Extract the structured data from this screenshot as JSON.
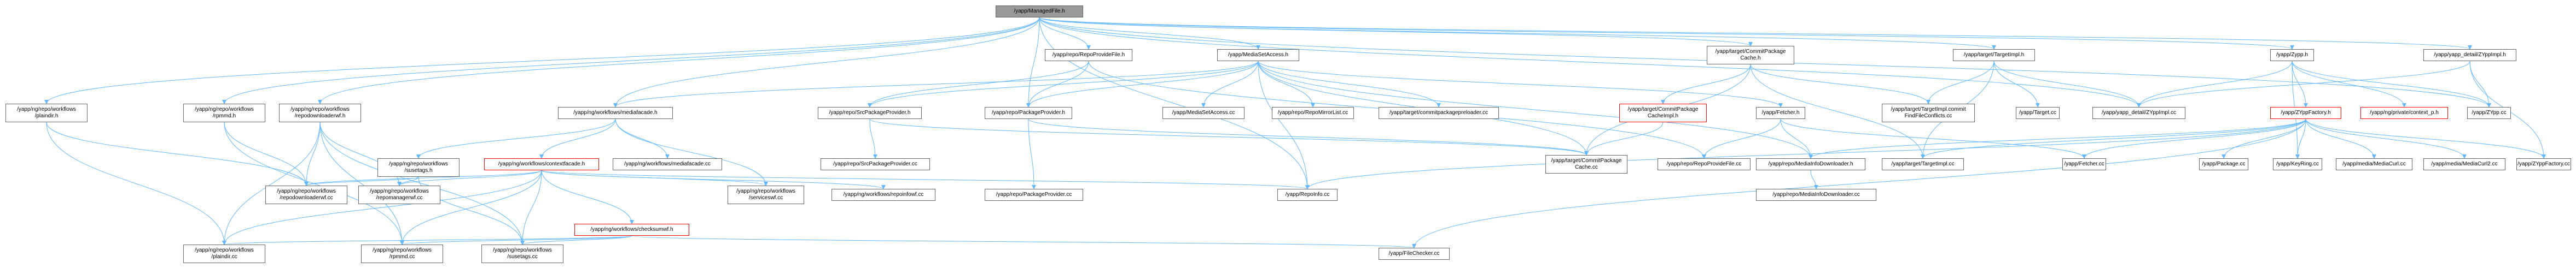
{
  "graph": {
    "edge_color": "#63b8ff",
    "root_fill": "#999999",
    "node_border": "#666666",
    "highlight_border": "#ff0000",
    "nodes": [
      {
        "id": "root",
        "label": "/yapp/ManagedFile.h",
        "style": "root"
      },
      {
        "id": "repoprovide_h",
        "label": "/yapp/repo/RepoProvideFile.h"
      },
      {
        "id": "mediasetaccess_h",
        "label": "/yapp/MediaSetAccess.h"
      },
      {
        "id": "commitpkgcache_h",
        "label": "/yapp/target/CommitPackage\nCache.h"
      },
      {
        "id": "targetimpl_h",
        "label": "/yapp/target/TargetImpl.h"
      },
      {
        "id": "zyppp_h",
        "label": "/yapp/Zypp.h"
      },
      {
        "id": "zyppimpl_h",
        "label": "/yapp/yapp_detail/ZYppImpl.h"
      },
      {
        "id": "plaindir_h",
        "label": "/yapp/ng/repo/workflows\n/plaindir.h"
      },
      {
        "id": "rpmmd_h",
        "label": "/yapp/ng/repo/workflows\n/rpmmd.h"
      },
      {
        "id": "repodownloader_h",
        "label": "/yapp/ng/repo/workflows\n/repodownloaderwf.h"
      },
      {
        "id": "susetags_h",
        "label": "/yapp/ng/repo/workflows\n/susetags.h"
      },
      {
        "id": "mediafacade_h",
        "label": "/yapp/ng/workflows/mediafacade.h"
      },
      {
        "id": "srcpkgprov_h",
        "label": "/yapp/repo/SrcPackageProvider.h"
      },
      {
        "id": "pkgprov_h",
        "label": "/yapp/repo/PackageProvider.h"
      },
      {
        "id": "mediasetaccess_cc",
        "label": "/yapp/MediaSetAccess.cc"
      },
      {
        "id": "repomirrorlist_cc",
        "label": "/yapp/repo/RepoMirrorList.cc"
      },
      {
        "id": "commitpkgpreloader_cc",
        "label": "/yapp/target/commitpackagepreloader.cc"
      },
      {
        "id": "commitpkgcacheimpl_h",
        "label": "/yapp/target/CommitPackage\nCacheImpl.h",
        "style": "red"
      },
      {
        "id": "fetcher_h",
        "label": "/yapp/Fetcher.h"
      },
      {
        "id": "targetimpl_commit_cc",
        "label": "/yapp/target/TargetImpl.commit\nFindFileConflicts.cc"
      },
      {
        "id": "target_cc",
        "label": "/yapp/Target.cc"
      },
      {
        "id": "zyppimpl_cc",
        "label": "/yapp/yapp_detail/ZYppImpl.cc"
      },
      {
        "id": "zypp_cc",
        "label": "/yapp/ZYpp.cc"
      },
      {
        "id": "zyppfactory_h",
        "label": "/yapp/ZYppFactory.h",
        "style": "red"
      },
      {
        "id": "context_p_h",
        "label": "/yapp/ng/private/context_p.h",
        "style": "red"
      },
      {
        "id": "contextfacade_h",
        "label": "/yapp/ng/workflows/contextfacade.h",
        "style": "red"
      },
      {
        "id": "mediafacade_cc",
        "label": "/yapp/ng/workflows/mediafacade.cc"
      },
      {
        "id": "susetags_wf_h",
        "label": "/yapp/ng/repo/workflows\n/susetags.h"
      },
      {
        "id": "srcpkgprov_cc",
        "label": "/yapp/repo/SrcPackageProvider.cc"
      },
      {
        "id": "repodownloader_cc",
        "label": "/yapp/ng/repo/workflows\n/repodownloaderwf.cc"
      },
      {
        "id": "repomanager_cc",
        "label": "/yapp/ng/repo/workflows\n/repomanagerwf.cc"
      },
      {
        "id": "repoprovide_cc",
        "label": "/yapp/repo/RepoProvideFile.cc"
      },
      {
        "id": "mediainfodl_h",
        "label": "/yapp/repo/MediaInfoDownloader.h"
      },
      {
        "id": "targetimpl_cc",
        "label": "/yapp/target/TargetImpl.cc"
      },
      {
        "id": "fetcher_cc",
        "label": "/yapp/Fetcher.cc"
      },
      {
        "id": "package_cc",
        "label": "/yapp/Package.cc"
      },
      {
        "id": "keyring_cc",
        "label": "/yapp/KeyRing.cc"
      },
      {
        "id": "mediacurl_cc",
        "label": "/yapp/media/MediaCurl.cc"
      },
      {
        "id": "mediacurl2_cc",
        "label": "/yapp/media/MediaCurl2.cc"
      },
      {
        "id": "zyppfactory_cc",
        "label": "/yapp/ZYppFactory.cc"
      },
      {
        "id": "commitpkgcache_cc",
        "label": "/yapp/target/CommitPackage\nCache.cc"
      },
      {
        "id": "serviceswf_cc",
        "label": "/yapp/ng/repo/workflows\n/serviceswf.cc"
      },
      {
        "id": "repoinfowf_cc",
        "label": "/yapp/ng/workflows/repoinfowf.cc"
      },
      {
        "id": "pkgprov_cc",
        "label": "/yapp/repo/PackageProvider.cc"
      },
      {
        "id": "repoinfo_cc",
        "label": "/yapp/RepoInfo.cc"
      },
      {
        "id": "mediainfodl_cc",
        "label": "/yapp/repo/MediaInfoDownloader.cc"
      },
      {
        "id": "checksumwf_h",
        "label": "/yapp/ng/workflows/checksumwf.h",
        "style": "red"
      },
      {
        "id": "plaindir_cc",
        "label": "/yapp/ng/repo/workflows\n/plaindir.cc"
      },
      {
        "id": "rpmmd_cc",
        "label": "/yapp/ng/repo/workflows\n/rpmmd.cc"
      },
      {
        "id": "susetags_cc",
        "label": "/yapp/ng/repo/workflows\n/susetags.cc"
      },
      {
        "id": "filechecker_cc",
        "label": "/yapp/FileChecker.cc"
      }
    ],
    "edges": [
      [
        "root",
        "repoprovide_h"
      ],
      [
        "root",
        "mediasetaccess_h"
      ],
      [
        "root",
        "commitpkgcache_h"
      ],
      [
        "root",
        "targetimpl_h"
      ],
      [
        "root",
        "zyppp_h"
      ],
      [
        "root",
        "zyppimpl_h"
      ],
      [
        "root",
        "plaindir_h"
      ],
      [
        "root",
        "rpmmd_h"
      ],
      [
        "root",
        "repodownloader_h"
      ],
      [
        "root",
        "mediafacade_h"
      ],
      [
        "root",
        "pkgprov_h"
      ],
      [
        "root",
        "repoinfo_cc"
      ],
      [
        "root",
        "zypp_cc"
      ],
      [
        "root",
        "zyppimpl_cc"
      ],
      [
        "repoprovide_h",
        "pkgprov_h"
      ],
      [
        "repoprovide_h",
        "srcpkgprov_h"
      ],
      [
        "repoprovide_h",
        "repoprovide_cc"
      ],
      [
        "mediasetaccess_h",
        "mediasetaccess_cc"
      ],
      [
        "mediasetaccess_h",
        "repomirrorlist_cc"
      ],
      [
        "mediasetaccess_h",
        "commitpkgpreloader_cc"
      ],
      [
        "mediasetaccess_h",
        "fetcher_h"
      ],
      [
        "mediasetaccess_h",
        "srcpkgprov_h"
      ],
      [
        "mediasetaccess_h",
        "pkgprov_h"
      ],
      [
        "mediasetaccess_h",
        "mediafacade_h"
      ],
      [
        "mediasetaccess_h",
        "repoinfo_cc"
      ],
      [
        "mediasetaccess_h",
        "mediainfodl_h"
      ],
      [
        "mediasetaccess_h",
        "commitpkgcache_cc"
      ],
      [
        "commitpkgcache_h",
        "commitpkgcacheimpl_h"
      ],
      [
        "commitpkgcache_h",
        "targetimpl_commit_cc"
      ],
      [
        "commitpkgcache_h",
        "targetimpl_cc"
      ],
      [
        "commitpkgcache_h",
        "commitpkgcache_cc"
      ],
      [
        "commitpkgcacheimpl_h",
        "commitpkgcache_cc"
      ],
      [
        "targetimpl_h",
        "target_cc"
      ],
      [
        "targetimpl_h",
        "targetimpl_commit_cc"
      ],
      [
        "targetimpl_h",
        "targetimpl_cc"
      ],
      [
        "targetimpl_h",
        "zyppimpl_cc"
      ],
      [
        "zyppp_h",
        "zyppfactory_h"
      ],
      [
        "zyppp_h",
        "zyppimpl_cc"
      ],
      [
        "zyppp_h",
        "context_p_h"
      ],
      [
        "zyppp_h",
        "zypp_cc"
      ],
      [
        "zyppp_h",
        "keyring_cc"
      ],
      [
        "zyppimpl_h",
        "zyppimpl_cc"
      ],
      [
        "zyppimpl_h",
        "zypp_cc"
      ],
      [
        "zyppimpl_h",
        "zyppfactory_cc"
      ],
      [
        "zyppfactory_h",
        "zyppfactory_cc"
      ],
      [
        "zyppfactory_h",
        "package_cc"
      ],
      [
        "zyppfactory_h",
        "keyring_cc"
      ],
      [
        "zyppfactory_h",
        "mediacurl_cc"
      ],
      [
        "zyppfactory_h",
        "mediacurl2_cc"
      ],
      [
        "zyppfactory_h",
        "fetcher_cc"
      ],
      [
        "zyppfactory_h",
        "targetimpl_cc"
      ],
      [
        "zyppfactory_h",
        "repoinfo_cc"
      ],
      [
        "zyppfactory_h",
        "filechecker_cc"
      ],
      [
        "zyppfactory_h",
        "mediainfodl_h"
      ],
      [
        "fetcher_h",
        "fetcher_cc"
      ],
      [
        "fetcher_h",
        "repoprovide_cc"
      ],
      [
        "fetcher_h",
        "mediainfodl_h"
      ],
      [
        "mediainfodl_h",
        "mediainfodl_cc"
      ],
      [
        "srcpkgprov_h",
        "srcpkgprov_cc"
      ],
      [
        "srcpkgprov_h",
        "commitpkgcache_cc"
      ],
      [
        "pkgprov_h",
        "pkgprov_cc"
      ],
      [
        "pkgprov_h",
        "commitpkgcache_cc"
      ],
      [
        "mediafacade_h",
        "contextfacade_h"
      ],
      [
        "mediafacade_h",
        "mediafacade_cc"
      ],
      [
        "mediafacade_h",
        "susetags_wf_h"
      ],
      [
        "mediafacade_h",
        "serviceswf_cc"
      ],
      [
        "contextfacade_h",
        "repoinfowf_cc"
      ],
      [
        "contextfacade_h",
        "serviceswf_cc"
      ],
      [
        "contextfacade_h",
        "repoinfo_cc"
      ],
      [
        "contextfacade_h",
        "checksumwf_h"
      ],
      [
        "contextfacade_h",
        "repodownloader_cc"
      ],
      [
        "contextfacade_h",
        "repomanager_cc"
      ],
      [
        "contextfacade_h",
        "plaindir_cc"
      ],
      [
        "contextfacade_h",
        "rpmmd_cc"
      ],
      [
        "contextfacade_h",
        "susetags_cc"
      ],
      [
        "checksumwf_h",
        "plaindir_cc"
      ],
      [
        "checksumwf_h",
        "rpmmd_cc"
      ],
      [
        "checksumwf_h",
        "susetags_cc"
      ],
      [
        "checksumwf_h",
        "filechecker_cc"
      ],
      [
        "plaindir_h",
        "repodownloader_cc"
      ],
      [
        "plaindir_h",
        "plaindir_cc"
      ],
      [
        "rpmmd_h",
        "repodownloader_cc"
      ],
      [
        "rpmmd_h",
        "rpmmd_cc"
      ],
      [
        "repodownloader_h",
        "repodownloader_cc"
      ],
      [
        "repodownloader_h",
        "repomanager_cc"
      ],
      [
        "repodownloader_h",
        "plaindir_cc"
      ],
      [
        "repodownloader_h",
        "rpmmd_cc"
      ],
      [
        "repodownloader_h",
        "susetags_cc"
      ],
      [
        "susetags_wf_h",
        "repodownloader_cc"
      ],
      [
        "susetags_wf_h",
        "susetags_cc"
      ],
      [
        "susetags_wf_h",
        "repomanager_cc"
      ]
    ]
  }
}
